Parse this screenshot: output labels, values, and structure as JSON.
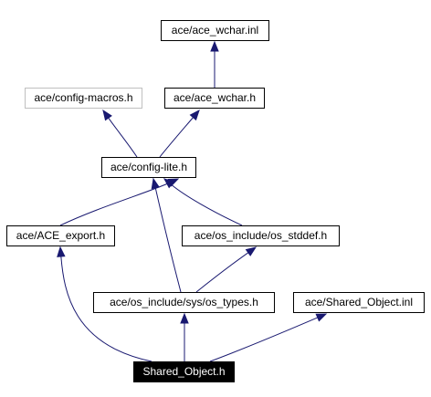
{
  "colors": {
    "edge": "#191970",
    "node_border": "#000000",
    "external_node_border": "#bfbfbf",
    "root_node_fill": "#000000",
    "root_node_text": "#ffffff"
  },
  "nodes": {
    "ace_wchar_inl": "ace/ace_wchar.inl",
    "config_macros_h": "ace/config-macros.h",
    "ace_wchar_h": "ace/ace_wchar.h",
    "config_lite_h": "ace/config-lite.h",
    "ace_export_h": "ace/ACE_export.h",
    "os_stddef_h": "ace/os_include/os_stddef.h",
    "os_types_h": "ace/os_include/sys/os_types.h",
    "shared_object_inl": "ace/Shared_Object.inl",
    "shared_object_h": "Shared_Object.h"
  },
  "edges": [
    {
      "from": "ace_wchar_h",
      "to": "ace_wchar_inl"
    },
    {
      "from": "config_lite_h",
      "to": "config_macros_h"
    },
    {
      "from": "config_lite_h",
      "to": "ace_wchar_h"
    },
    {
      "from": "ace_export_h",
      "to": "config_lite_h"
    },
    {
      "from": "os_types_h",
      "to": "config_lite_h"
    },
    {
      "from": "os_stddef_h",
      "to": "config_lite_h"
    },
    {
      "from": "os_types_h",
      "to": "os_stddef_h"
    },
    {
      "from": "shared_object_h",
      "to": "ace_export_h"
    },
    {
      "from": "shared_object_h",
      "to": "os_types_h"
    },
    {
      "from": "shared_object_h",
      "to": "shared_object_inl"
    }
  ]
}
